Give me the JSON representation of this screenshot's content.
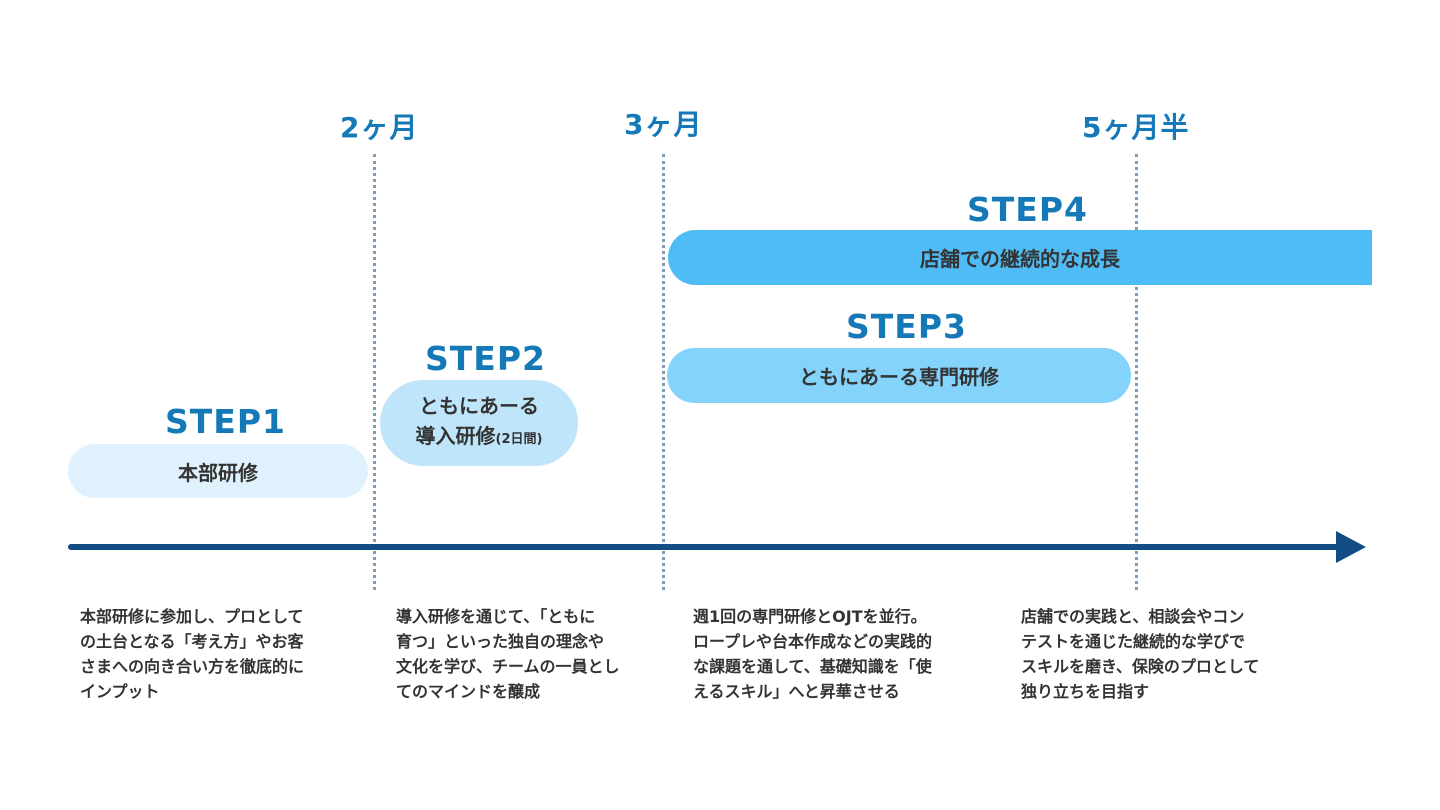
{
  "months": {
    "m2": "2ヶ月",
    "m3": "3ヶ月",
    "m5": "5ヶ月半"
  },
  "steps": {
    "step1": {
      "title": "STEP1",
      "label": "本部研修"
    },
    "step2": {
      "title": "STEP2",
      "label_line1": "ともにあーる",
      "label_line2": "導入研修",
      "label_note": "(2日間)"
    },
    "step3": {
      "title": "STEP3",
      "label": "ともにあーる専門研修"
    },
    "step4": {
      "title": "STEP4",
      "label": "店舗での継続的な成長"
    }
  },
  "descriptions": {
    "d1": [
      "本部研修に参加し、プロとして",
      "の土台となる「考え方」やお客",
      "さまへの向き合い方を徹底的に",
      "インプット"
    ],
    "d2": [
      "導入研修を通じて、「ともに",
      "育つ」といった独自の理念や",
      "文化を学び、チームの一員とし",
      "てのマインドを醸成"
    ],
    "d3": [
      "週1回の専門研修とOJTを並行。",
      "ロープレや台本作成などの実践的",
      "な課題を通して、基礎知識を「使",
      "えるスキル」へと昇華させる"
    ],
    "d4": [
      "店舗での実践と、相談会やコン",
      "テストを通じた継続的な学びで",
      "スキルを磨き、保険のプロとして",
      "独り立ちを目指す"
    ]
  },
  "colors": {
    "accent": "#1579b8",
    "axis": "#124e85",
    "step1_fill": "#dff1fc",
    "step2_fill": "#bfe5fa",
    "step3_fill": "#84d3fb",
    "step4_fill": "#4fbcf5",
    "divider": "#7f9bb3",
    "text": "#333333"
  }
}
